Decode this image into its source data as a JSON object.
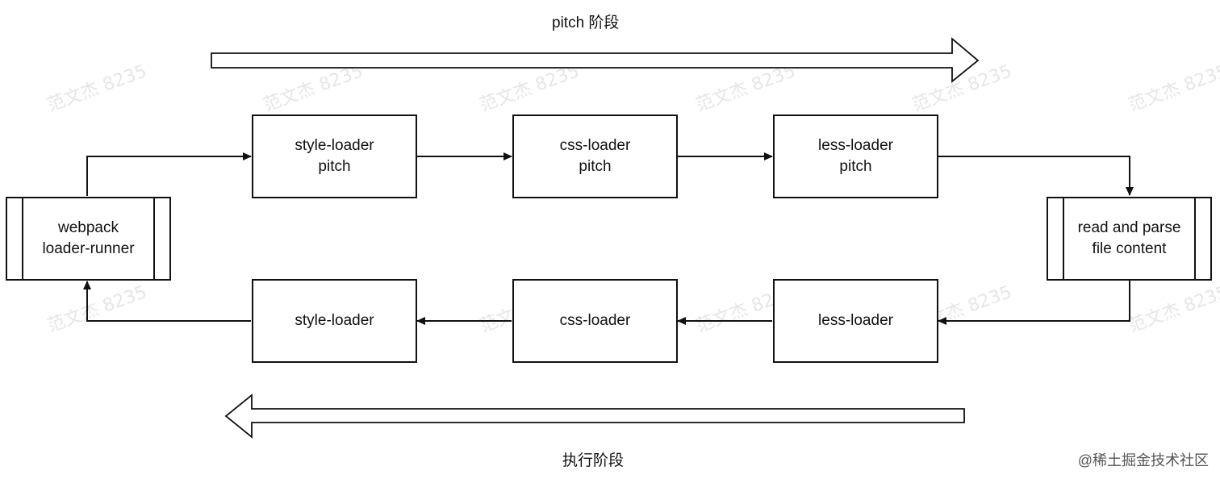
{
  "phases": {
    "pitch_label": "pitch 阶段",
    "execute_label": "执行阶段"
  },
  "nodes": {
    "runner": {
      "line1": "webpack",
      "line2": "loader-runner"
    },
    "read_parse": {
      "line1": "read and parse",
      "line2": "file content"
    },
    "pitch_row": [
      {
        "line1": "style-loader",
        "line2": "pitch"
      },
      {
        "line1": "css-loader",
        "line2": "pitch"
      },
      {
        "line1": "less-loader",
        "line2": "pitch"
      }
    ],
    "exec_row": [
      {
        "label": "style-loader"
      },
      {
        "label": "css-loader"
      },
      {
        "label": "less-loader"
      }
    ]
  },
  "watermark": {
    "text": "范文杰 8235"
  },
  "footer": {
    "credit": "@稀土掘金技术社区"
  },
  "colors": {
    "stroke": "#111111",
    "background": "#ffffff",
    "watermark": "#c8c8c8"
  }
}
